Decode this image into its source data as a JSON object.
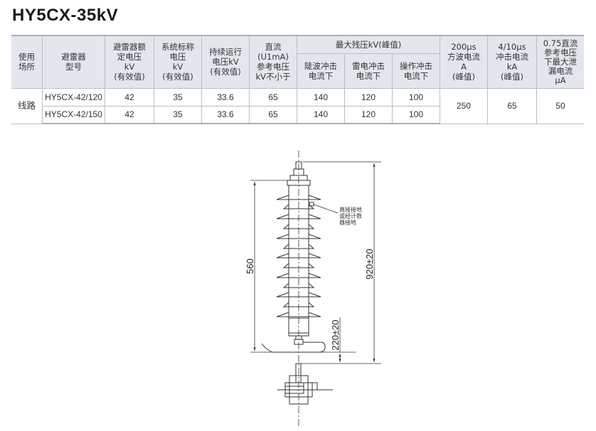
{
  "title": "HY5CX-35kV",
  "table": {
    "headers": {
      "location": [
        "使用",
        "场所"
      ],
      "model": [
        "避雷器",
        "型号"
      ],
      "rated_voltage": [
        "避雷器额",
        "定电压",
        "kV",
        "(有效值)"
      ],
      "system_voltage": [
        "系统标称",
        "电压",
        "kV",
        "(有效值)"
      ],
      "continuous_voltage": [
        "持续运行",
        "电压kV",
        "(有效值)"
      ],
      "dc_reference": [
        "直流",
        "(U1mA)",
        "参考电压",
        "kV不小于"
      ],
      "max_residual_group": "最大残压kV(峰值)",
      "steep_wave": [
        "陡波冲击",
        "电流下"
      ],
      "lightning": [
        "雷电冲击",
        "电流下"
      ],
      "switching": [
        "操作冲击",
        "电流下"
      ],
      "square_wave": [
        "200μs",
        "方波电流",
        "A",
        "(峰值)"
      ],
      "impulse_current": [
        "4/10μs",
        "冲击电流",
        "kA",
        "(峰值)"
      ],
      "leakage": [
        "0.75直流",
        "参考电压",
        "下最大泄",
        "漏电流",
        "μA"
      ]
    },
    "location_value": "线路",
    "rows": [
      {
        "model": "HY5CX-42/120",
        "rated_voltage": "42",
        "system_voltage": "35",
        "continuous_voltage": "33.6",
        "dc_reference": "65",
        "steep_wave": "140",
        "lightning": "120",
        "switching": "100"
      },
      {
        "model": "HY5CX-42/150",
        "rated_voltage": "42",
        "system_voltage": "35",
        "continuous_voltage": "33.6",
        "dc_reference": "65",
        "steep_wave": "140",
        "lightning": "120",
        "switching": "100"
      }
    ],
    "merged": {
      "square_wave": "250",
      "impulse_current": "65",
      "leakage": "50"
    }
  },
  "diagram": {
    "dim_body": "560",
    "dim_total": "920±20",
    "dim_bottom": "220±20",
    "ground_note": [
      "直接接地",
      "或经计数",
      "器接地"
    ]
  },
  "colors": {
    "header_bg": "#e3e7ed",
    "border": "#b9bec6",
    "line": "#333333"
  }
}
